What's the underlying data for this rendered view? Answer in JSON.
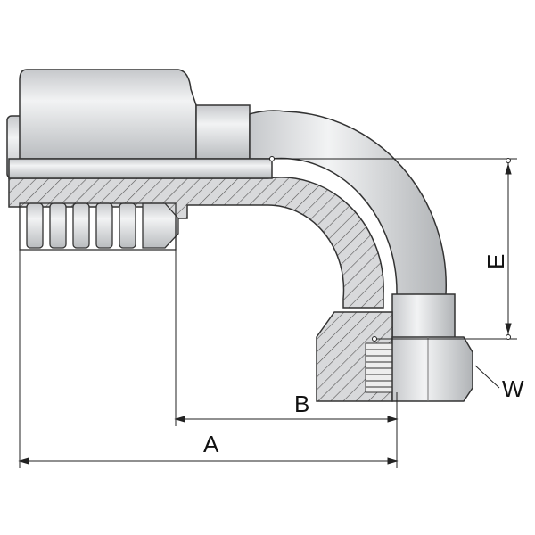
{
  "drawing": {
    "dimensions": {
      "a_label": "A",
      "b_label": "B",
      "e_label": "E",
      "w_label": "W"
    },
    "colors": {
      "metal_light": "#e6e7e9",
      "metal_mid": "#c9cbce",
      "metal_dark": "#9a9da1",
      "outline": "#333333",
      "dimension_line": "#222222"
    }
  }
}
